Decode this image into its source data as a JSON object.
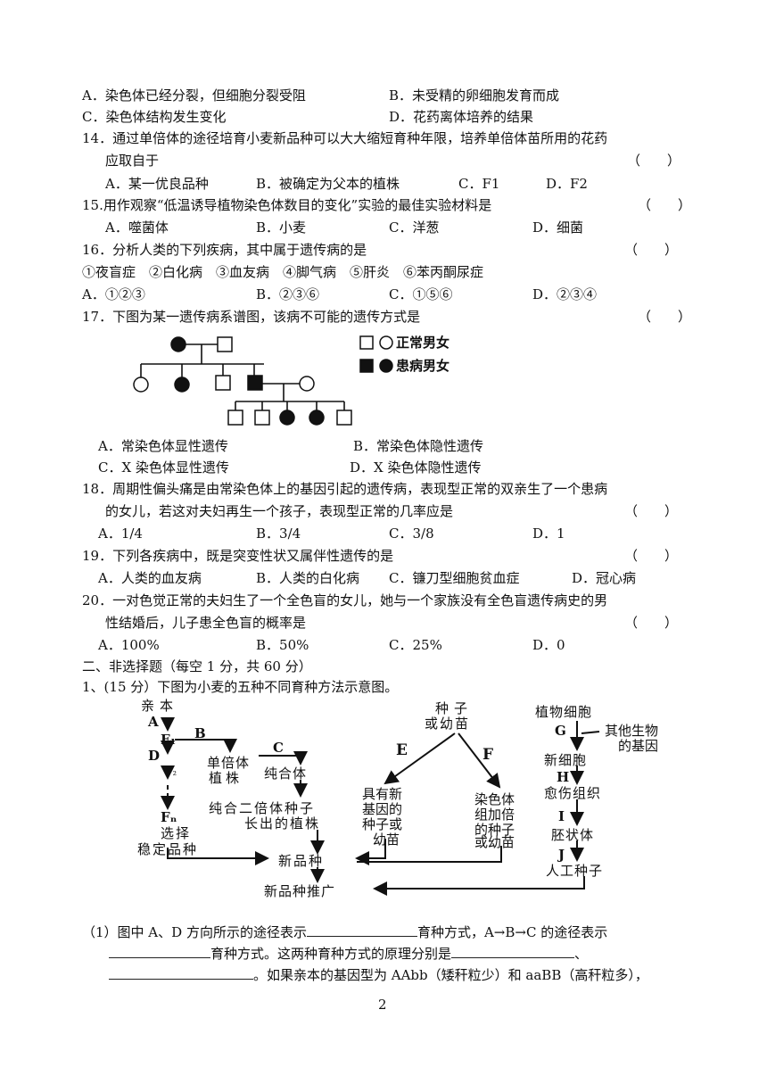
{
  "q13": {
    "optA": "A．染色体已经分裂，但细胞分裂受阻",
    "optB": "B．未受精的卵细胞发育而成",
    "optC": "C．染色体结构发生变化",
    "optD": "D．花药离体培养的结果"
  },
  "q14": {
    "line1": "14．通过单倍体的途径培育小麦新品种可以大大缩短育种年限，培养单倍体苗所用的花药",
    "line2": "应取自于",
    "bracket": "（　　）",
    "optA": "A．某一优良品种",
    "optB": "B．被确定为父本的植株",
    "optC": "C．F1",
    "optD": "D．F2"
  },
  "q15": {
    "stem": "15.用作观察“低温诱导植物染色体数目的变化”实验的最佳实验材料是",
    "bracket": "（　　）",
    "optA": "A．噬菌体",
    "optB": "B．小麦",
    "optC": "C．洋葱",
    "optD": "D．细菌"
  },
  "q16": {
    "stem": "16．分析人类的下列疾病，其中属于遗传病的是",
    "bracket": "（　　）",
    "items": "①夜盲症　②白化病　③血友病　④脚气病　⑤肝炎　⑥苯丙酮尿症",
    "optA": "A．①②③",
    "optB": "B．②③⑥",
    "optC": "C．①⑤⑥",
    "optD": "D．②③④"
  },
  "q17": {
    "stem": "17．下图为某一遗传病系谱图，该病不可能的遗传方式是",
    "bracket": "（　　）",
    "legend_normal": "正常男女",
    "legend_affected": "患病男女",
    "optA": "A．常染色体显性遗传",
    "optB": "B．常染色体隐性遗传",
    "optC": "C．X 染色体显性遗传",
    "optD": "D．X 染色体隐性遗传"
  },
  "q18": {
    "line1": "18．周期性偏头痛是由常染色体上的基因引起的遗传病，表现型正常的双亲生了一个患病",
    "line2": "的女儿，若这对夫妇再生一个孩子，表现型正常的几率应是",
    "bracket": "（　　）",
    "optA": "A．1/4",
    "optB": "B．3/4",
    "optC": "C．3/8",
    "optD": "D．1"
  },
  "q19": {
    "stem": "19．下列各疾病中，既是突变性状又属伴性遗传的是",
    "bracket": "（　　）",
    "optA": "A．人类的血友病",
    "optB": "B．人类的白化病",
    "optC": "C．镰刀型细胞贫血症",
    "optD": "D．冠心病"
  },
  "q20": {
    "line1": "20．一对色觉正常的夫妇生了一个全色盲的女儿，她与一个家族没有全色盲遗传病史的男",
    "line2": "性结婚后，儿子患全色盲的概率是",
    "bracket": "（　　）",
    "optA": "A．100%",
    "optB": "B．50%",
    "optC": "C．25%",
    "optD": "D．0"
  },
  "section2": {
    "title": "二、非选择题（每空 1 分，共 60 分）",
    "q1_stem": "1、(15 分）下图为小麦的五种不同育种方法示意图。"
  },
  "diagram": {
    "parent": "亲本",
    "A": "A",
    "F1": "F₁",
    "B": "B",
    "C": "C",
    "D": "D",
    "F2": "F₂",
    "Fn": "Fₙ",
    "select": "选择",
    "stable": "稳定品种",
    "haploid1": "单倍体",
    "haploid2": "植株",
    "homozygote": "纯合体",
    "diploid1": "纯合二倍体种子",
    "diploid2": "长出的植株",
    "new_variety": "新品种",
    "promote": "新品种推广",
    "seed1": "种子",
    "seed2": "或幼苗",
    "E": "E",
    "F": "F",
    "newgene1": "具有新",
    "newgene2": "基因的",
    "newgene3": "种子或",
    "newgene4": "幼苗",
    "chrom1": "染色体",
    "chrom2": "组加倍",
    "chrom3": "的种子",
    "chrom4": "或幼苗",
    "plantcell": "植物细胞",
    "G": "G",
    "othergene1": "其他生物",
    "othergene2": "的基因",
    "newcell": "新细胞",
    "H": "H",
    "callus": "愈伤组织",
    "I": "I",
    "embryoid": "胚状体",
    "J": "J",
    "artseed": "人工种子"
  },
  "q1_1": {
    "p1": "（1）图中 A、D 方向所示的途径表示",
    "p2": "育种方式，A→B→C 的途径表示",
    "p3": "育种方式。这两种育种方式的原理分别是",
    "p4": "、",
    "p5": "。如果亲本的基因型为 AAbb（矮秆粒少）和 aaBB（高秆粒多），"
  },
  "page_number": "2"
}
